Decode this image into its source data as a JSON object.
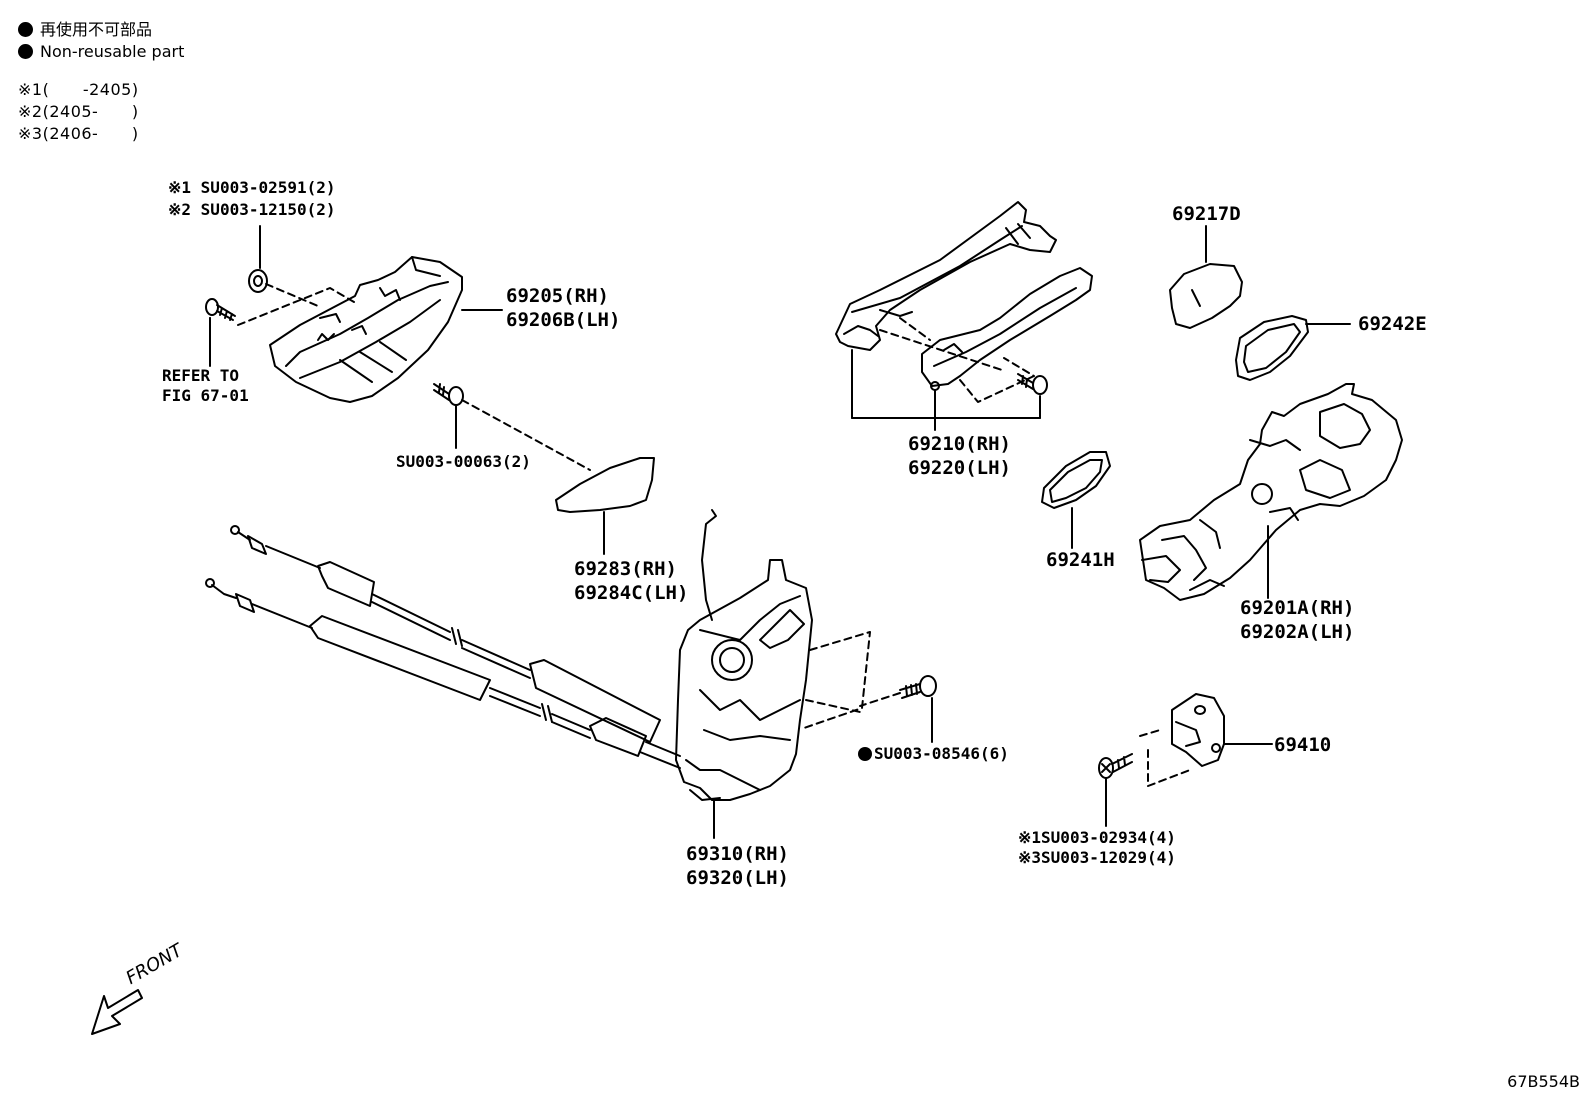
{
  "legend": {
    "non_reusable_jp": "再使用不可部品",
    "non_reusable_en": "Non-reusable part"
  },
  "variants": [
    {
      "mark": "※1",
      "range": "(      -2405)"
    },
    {
      "mark": "※2",
      "range": "(2405-      )"
    },
    {
      "mark": "※3",
      "range": "(2406-      )"
    }
  ],
  "callouts": {
    "frame_bolt_1": "※1 SU003-02591(2)",
    "frame_bolt_2": "※2 SU003-12150(2)",
    "frame": [
      "69205(RH)",
      "69206B(LH)"
    ],
    "refer": [
      "REFER TO",
      "FIG 67-01"
    ],
    "frame_screw": "SU003-00063(2)",
    "cover_plate": [
      "69283(RH)",
      "69284C(LH)"
    ],
    "handle": [
      "69210(RH)",
      "69220(LH)"
    ],
    "cap": "69217D",
    "pad_rear": "69242E",
    "pad_front": "69241H",
    "handle_frame": [
      "69201A(RH)",
      "69202A(LH)"
    ],
    "lock_screw": "SU003-08546(6)",
    "lock": [
      "69310(RH)",
      "69320(LH)"
    ],
    "striker": "69410",
    "striker_screw_1": "※1SU003-02934(4)",
    "striker_screw_3": "※3SU003-12029(4)"
  },
  "direction_label": "FRONT",
  "figure_code": "67B554B"
}
